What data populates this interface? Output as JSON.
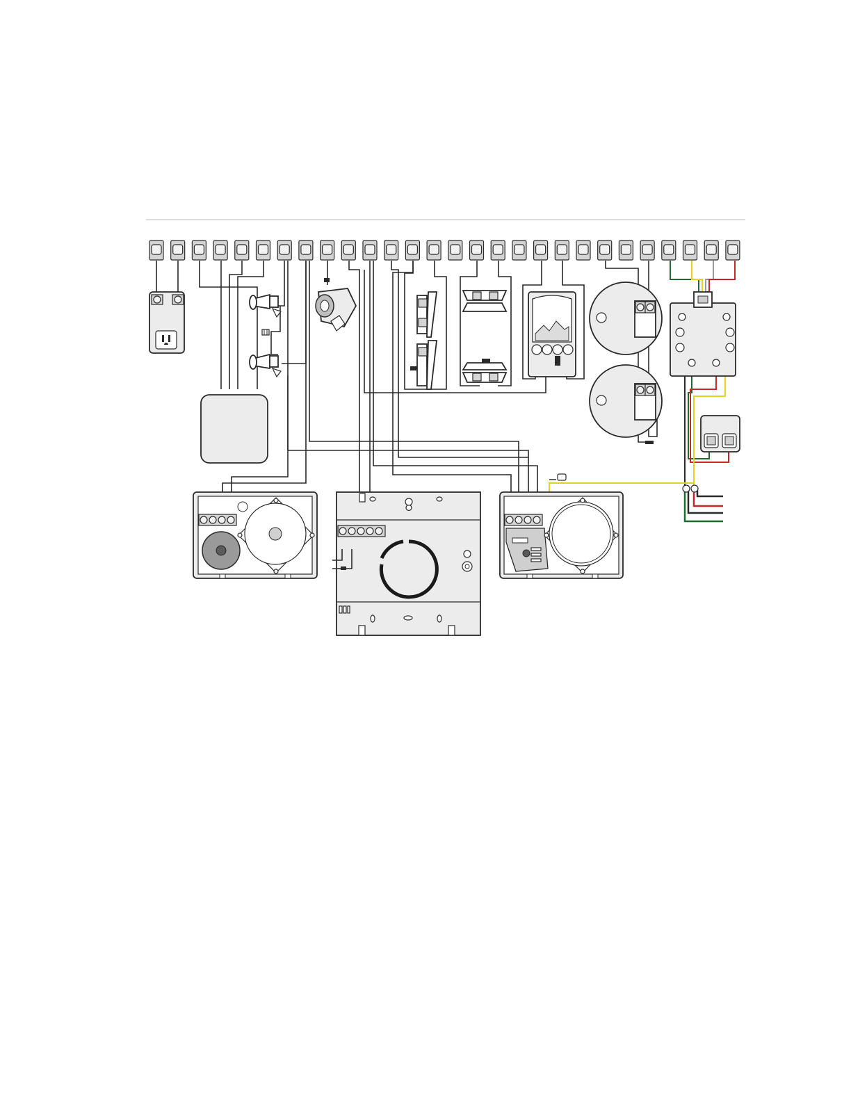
{
  "diagram": {
    "type": "wiring-diagram",
    "terminal_strip_count": 28,
    "wire_colors": {
      "black": "#2a2a2a",
      "green": "#1e6b2e",
      "red": "#c62828",
      "yellow": "#e6d21a",
      "brown": "#8a6a2a",
      "grey": "#9a9a9a"
    },
    "components": [
      "terminal-strip",
      "plug-in-transformer",
      "battery",
      "piezo-horn-sounder",
      "indoor-siren",
      "magnetic-door-contacts",
      "window-contacts",
      "pir-motion-detector",
      "smoke-detector",
      "telephone-line-jack",
      "phone-jack",
      "keypad",
      "remote-keypad-with-speaker",
      "rf-receiver"
    ]
  }
}
